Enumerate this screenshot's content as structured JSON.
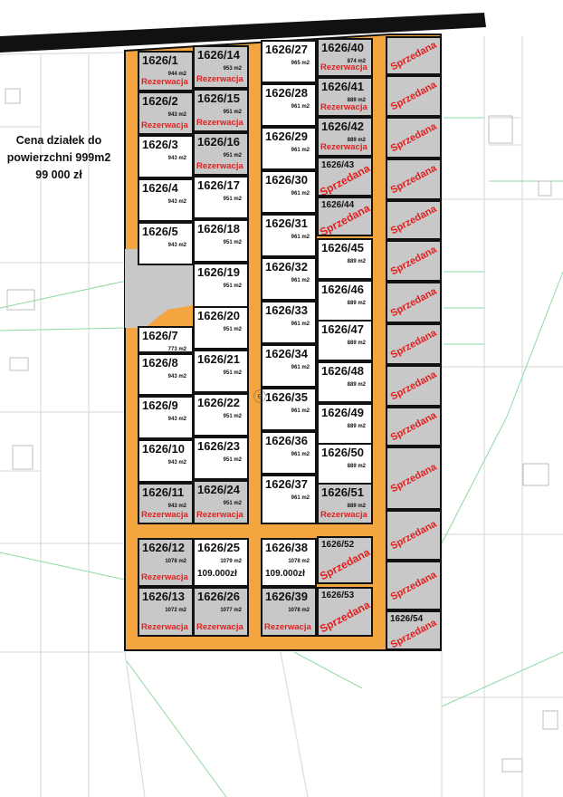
{
  "legend": {
    "line1": "Cena działek do",
    "line2": "powierzchni 999m2",
    "line3": "99 000 zł"
  },
  "colors": {
    "road": "#f4a540",
    "reserved_plot": "#c8c8c8",
    "free_plot": "#ffffff",
    "status_text": "#e02020",
    "boundary_lines": "#22b14c"
  },
  "watermark": "ⓔ",
  "plots": [
    {
      "id": "1626/1",
      "area": "944 m2",
      "status": "Rezerwacja"
    },
    {
      "id": "1626/2",
      "area": "943 m2",
      "status": "Rezerwacja"
    },
    {
      "id": "1626/3",
      "area": "943 m2",
      "status": ""
    },
    {
      "id": "1626/4",
      "area": "943 m2",
      "status": ""
    },
    {
      "id": "1626/5",
      "area": "943 m2",
      "status": ""
    },
    {
      "id": "1626/7",
      "area": "773 m2",
      "status": ""
    },
    {
      "id": "1626/8",
      "area": "943 m2",
      "status": ""
    },
    {
      "id": "1626/9",
      "area": "943 m2",
      "status": ""
    },
    {
      "id": "1626/10",
      "area": "943 m2",
      "status": ""
    },
    {
      "id": "1626/11",
      "area": "943 m2",
      "status": "Rezerwacja"
    },
    {
      "id": "1626/12",
      "area": "1078 m2",
      "status": "Rezerwacja"
    },
    {
      "id": "1626/13",
      "area": "1072 m2",
      "status": "Rezerwacja"
    },
    {
      "id": "1626/14",
      "area": "953 m2",
      "status": "Rezerwacja"
    },
    {
      "id": "1626/15",
      "area": "951 m2",
      "status": "Rezerwacja"
    },
    {
      "id": "1626/16",
      "area": "951 m2",
      "status": "Rezerwacja"
    },
    {
      "id": "1626/17",
      "area": "951 m2",
      "status": ""
    },
    {
      "id": "1626/18",
      "area": "951 m2",
      "status": ""
    },
    {
      "id": "1626/19",
      "area": "951 m2",
      "status": ""
    },
    {
      "id": "1626/20",
      "area": "951 m2",
      "status": ""
    },
    {
      "id": "1626/21",
      "area": "951 m2",
      "status": ""
    },
    {
      "id": "1626/22",
      "area": "951 m2",
      "status": ""
    },
    {
      "id": "1626/23",
      "area": "951 m2",
      "status": ""
    },
    {
      "id": "1626/24",
      "area": "951 m2",
      "status": "Rezerwacja"
    },
    {
      "id": "1626/25",
      "area": "1079 m2",
      "status": "",
      "price": "109.000zł"
    },
    {
      "id": "1626/26",
      "area": "1077 m2",
      "status": "Rezerwacja"
    },
    {
      "id": "1626/27",
      "area": "965 m2",
      "status": ""
    },
    {
      "id": "1626/28",
      "area": "961 m2",
      "status": ""
    },
    {
      "id": "1626/29",
      "area": "961 m2",
      "status": ""
    },
    {
      "id": "1626/30",
      "area": "961 m2",
      "status": ""
    },
    {
      "id": "1626/31",
      "area": "961 m2",
      "status": ""
    },
    {
      "id": "1626/32",
      "area": "961 m2",
      "status": ""
    },
    {
      "id": "1626/33",
      "area": "961 m2",
      "status": ""
    },
    {
      "id": "1626/34",
      "area": "961 m2",
      "status": ""
    },
    {
      "id": "1626/35",
      "area": "961 m2",
      "status": ""
    },
    {
      "id": "1626/36",
      "area": "961 m2",
      "status": ""
    },
    {
      "id": "1626/37",
      "area": "961 m2",
      "status": ""
    },
    {
      "id": "1626/38",
      "area": "1078 m2",
      "status": "",
      "price": "109.000zł"
    },
    {
      "id": "1626/39",
      "area": "1078 m2",
      "status": "Rezerwacja"
    },
    {
      "id": "1626/40",
      "area": "874 m2",
      "status": "Rezerwacja"
    },
    {
      "id": "1626/41",
      "area": "889 m2",
      "status": "Rezerwacja"
    },
    {
      "id": "1626/42",
      "area": "889 m2",
      "status": "Rezerwacja"
    },
    {
      "id": "1626/43",
      "area": "",
      "status": "Sprzedana"
    },
    {
      "id": "1626/44",
      "area": "",
      "status": "Sprzedana"
    },
    {
      "id": "1626/45",
      "area": "889 m2",
      "status": ""
    },
    {
      "id": "1626/46",
      "area": "889 m2",
      "status": ""
    },
    {
      "id": "1626/47",
      "area": "889 m2",
      "status": ""
    },
    {
      "id": "1626/48",
      "area": "889 m2",
      "status": ""
    },
    {
      "id": "1626/49",
      "area": "889 m2",
      "status": ""
    },
    {
      "id": "1626/50",
      "area": "889 m2",
      "status": ""
    },
    {
      "id": "1626/51",
      "area": "889 m2",
      "status": "Rezerwacja"
    },
    {
      "id": "1626/52",
      "area": "",
      "status": "Sprzedana"
    },
    {
      "id": "1626/53",
      "area": "",
      "status": "Sprzedana"
    },
    {
      "id": "1626/54",
      "area": "",
      "status": "Sprzedana"
    },
    {
      "id": "",
      "area": "",
      "status": "Sprzedana"
    },
    {
      "id": "",
      "area": "",
      "status": "Sprzedana"
    },
    {
      "id": "",
      "area": "",
      "status": "Sprzedana"
    },
    {
      "id": "",
      "area": "",
      "status": "Sprzedana"
    },
    {
      "id": "",
      "area": "",
      "status": "Sprzedana"
    },
    {
      "id": "",
      "area": "",
      "status": "Sprzedana"
    },
    {
      "id": "",
      "area": "",
      "status": "Sprzedana"
    },
    {
      "id": "",
      "area": "",
      "status": "Sprzedana"
    },
    {
      "id": "",
      "area": "",
      "status": "Sprzedana"
    },
    {
      "id": "",
      "area": "",
      "status": "Sprzedana"
    },
    {
      "id": "",
      "area": "",
      "status": "Sprzedana"
    },
    {
      "id": "",
      "area": "",
      "status": "Sprzedana"
    },
    {
      "id": "",
      "area": "",
      "status": "Sprzedana"
    }
  ]
}
